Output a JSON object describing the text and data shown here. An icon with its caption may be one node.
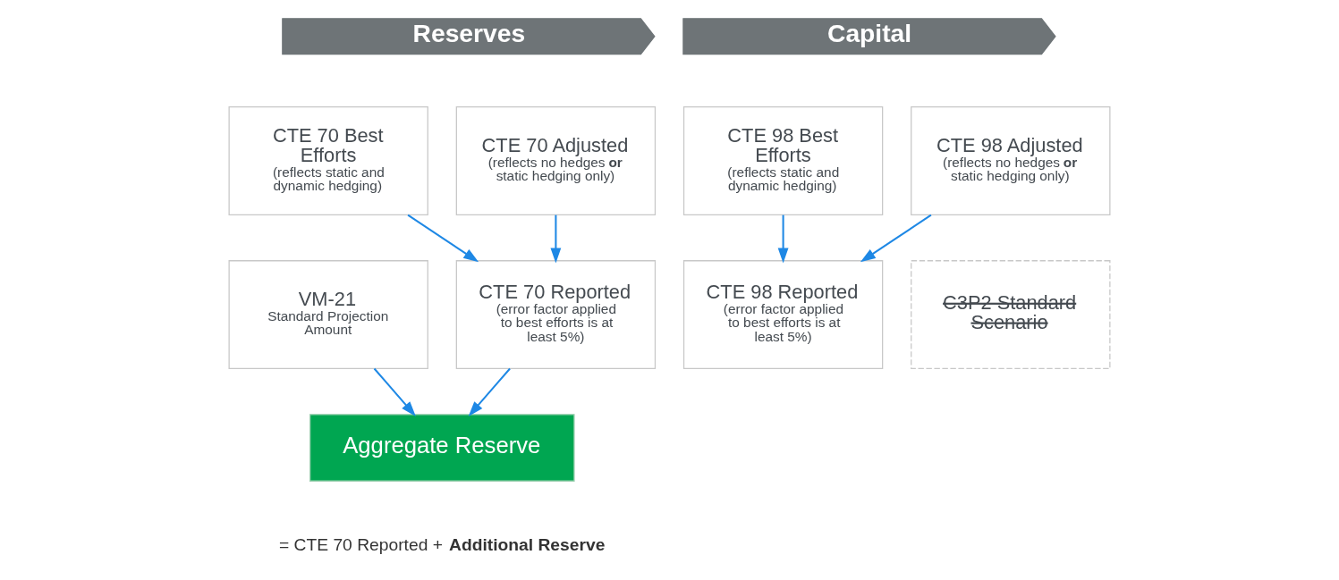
{
  "diagram": {
    "nodes": [
      {
        "text": [
          "Reserves"
        ]
      },
      {
        "text": [
          "CTE 70 Best Efforts",
          "(reflects static and dynamic hedging)"
        ]
      },
      {
        "text": [
          "CTE 70 Adjusted",
          "(reflects no hedges **or** static hedging only)"
        ]
      },
      {
        "text": [
          "VM-21",
          "Standard Projection Amount"
        ]
      },
      {
        "text": [
          "CTE 70 Reported",
          "(error factor applied to best efforts is at least 5%)"
        ]
      },
      {
        "text": [
          "Aggregate Reserve"
        ],
        "beside": [
          "= CTE 70 Reported + **Additional Reserve**"
        ]
      },
      {
        "text": [
          "Capital"
        ]
      },
      {
        "text": [
          "CTE 98 Best Efforts",
          "(reflects static and dynamic hedging)"
        ]
      },
      {
        "text": [
          "CTE 98 Adjusted",
          "(reflects no hedges **or** static hedging only)"
        ]
      },
      {
        "text": [
          "CTE 98 Reported",
          "(error factor applied to best efforts is at least 5%)"
        ]
      },
      {
        "text": [
          "C3P2 Standard Scenario"
        ]
      }
    ],
    "edges": [
      {
        "from": 1,
        "to": 4,
        "arrow": "to"
      },
      {
        "from": 2,
        "to": 4,
        "arrow": "to"
      },
      {
        "from": 3,
        "to": 5,
        "arrow": "to"
      },
      {
        "from": 4,
        "to": 5,
        "arrow": "to"
      },
      {
        "from": 7,
        "to": 9,
        "arrow": "to"
      },
      {
        "from": 8,
        "to": 9,
        "arrow": "to"
      }
    ]
  }
}
